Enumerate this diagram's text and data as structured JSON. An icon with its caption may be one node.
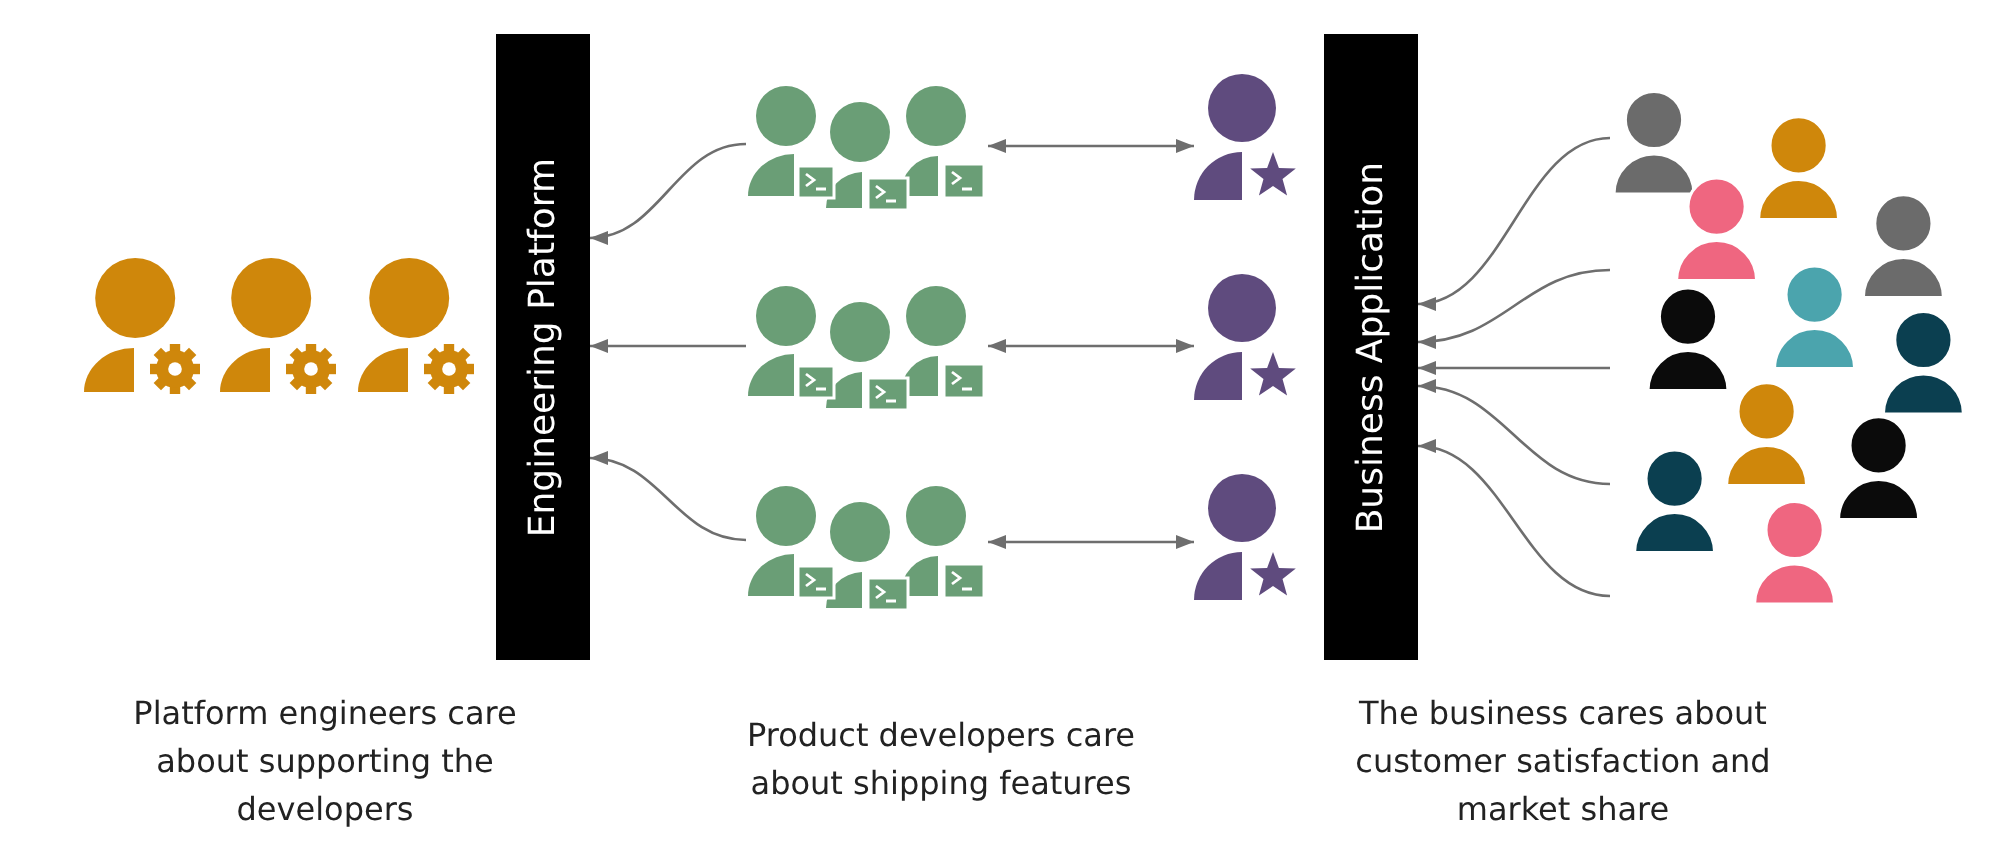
{
  "diagram": {
    "nodes": [
      {
        "text": [
          "Engineering Platform"
        ]
      },
      {
        "text": [],
        "shape": "person"
      },
      {
        "text": [],
        "shape": "person"
      },
      {
        "text": [],
        "shape": "person"
      },
      {
        "text": [],
        "shape": "person"
      },
      {
        "text": [],
        "shape": "person"
      },
      {
        "text": [],
        "shape": "person"
      },
      {
        "text": [
          "Business Application"
        ]
      },
      {
        "text": [],
        "shape": "person"
      }
    ],
    "edges": [
      {
        "from": 1,
        "to": 0,
        "arrow": "to"
      },
      {
        "from": 2,
        "to": 0,
        "arrow": "to"
      },
      {
        "from": 3,
        "to": 0,
        "arrow": "to"
      },
      {
        "from": 1,
        "to": 4,
        "arrow": "both"
      },
      {
        "from": 2,
        "to": 5,
        "arrow": "both"
      },
      {
        "from": 3,
        "to": 6,
        "arrow": "both"
      },
      {
        "from": 8,
        "to": 7,
        "arrow": "to"
      },
      {
        "from": 8,
        "to": 7,
        "arrow": "to"
      },
      {
        "from": 8,
        "to": 7,
        "arrow": "to"
      },
      {
        "from": 8,
        "to": 7,
        "arrow": "to"
      },
      {
        "from": 8,
        "to": 7,
        "arrow": "to"
      }
    ],
    "labels": [
      "Platform engineers care about supporting the developers",
      "Product developers care about shipping features",
      "The business cares about customer satisfaction and market share"
    ]
  }
}
